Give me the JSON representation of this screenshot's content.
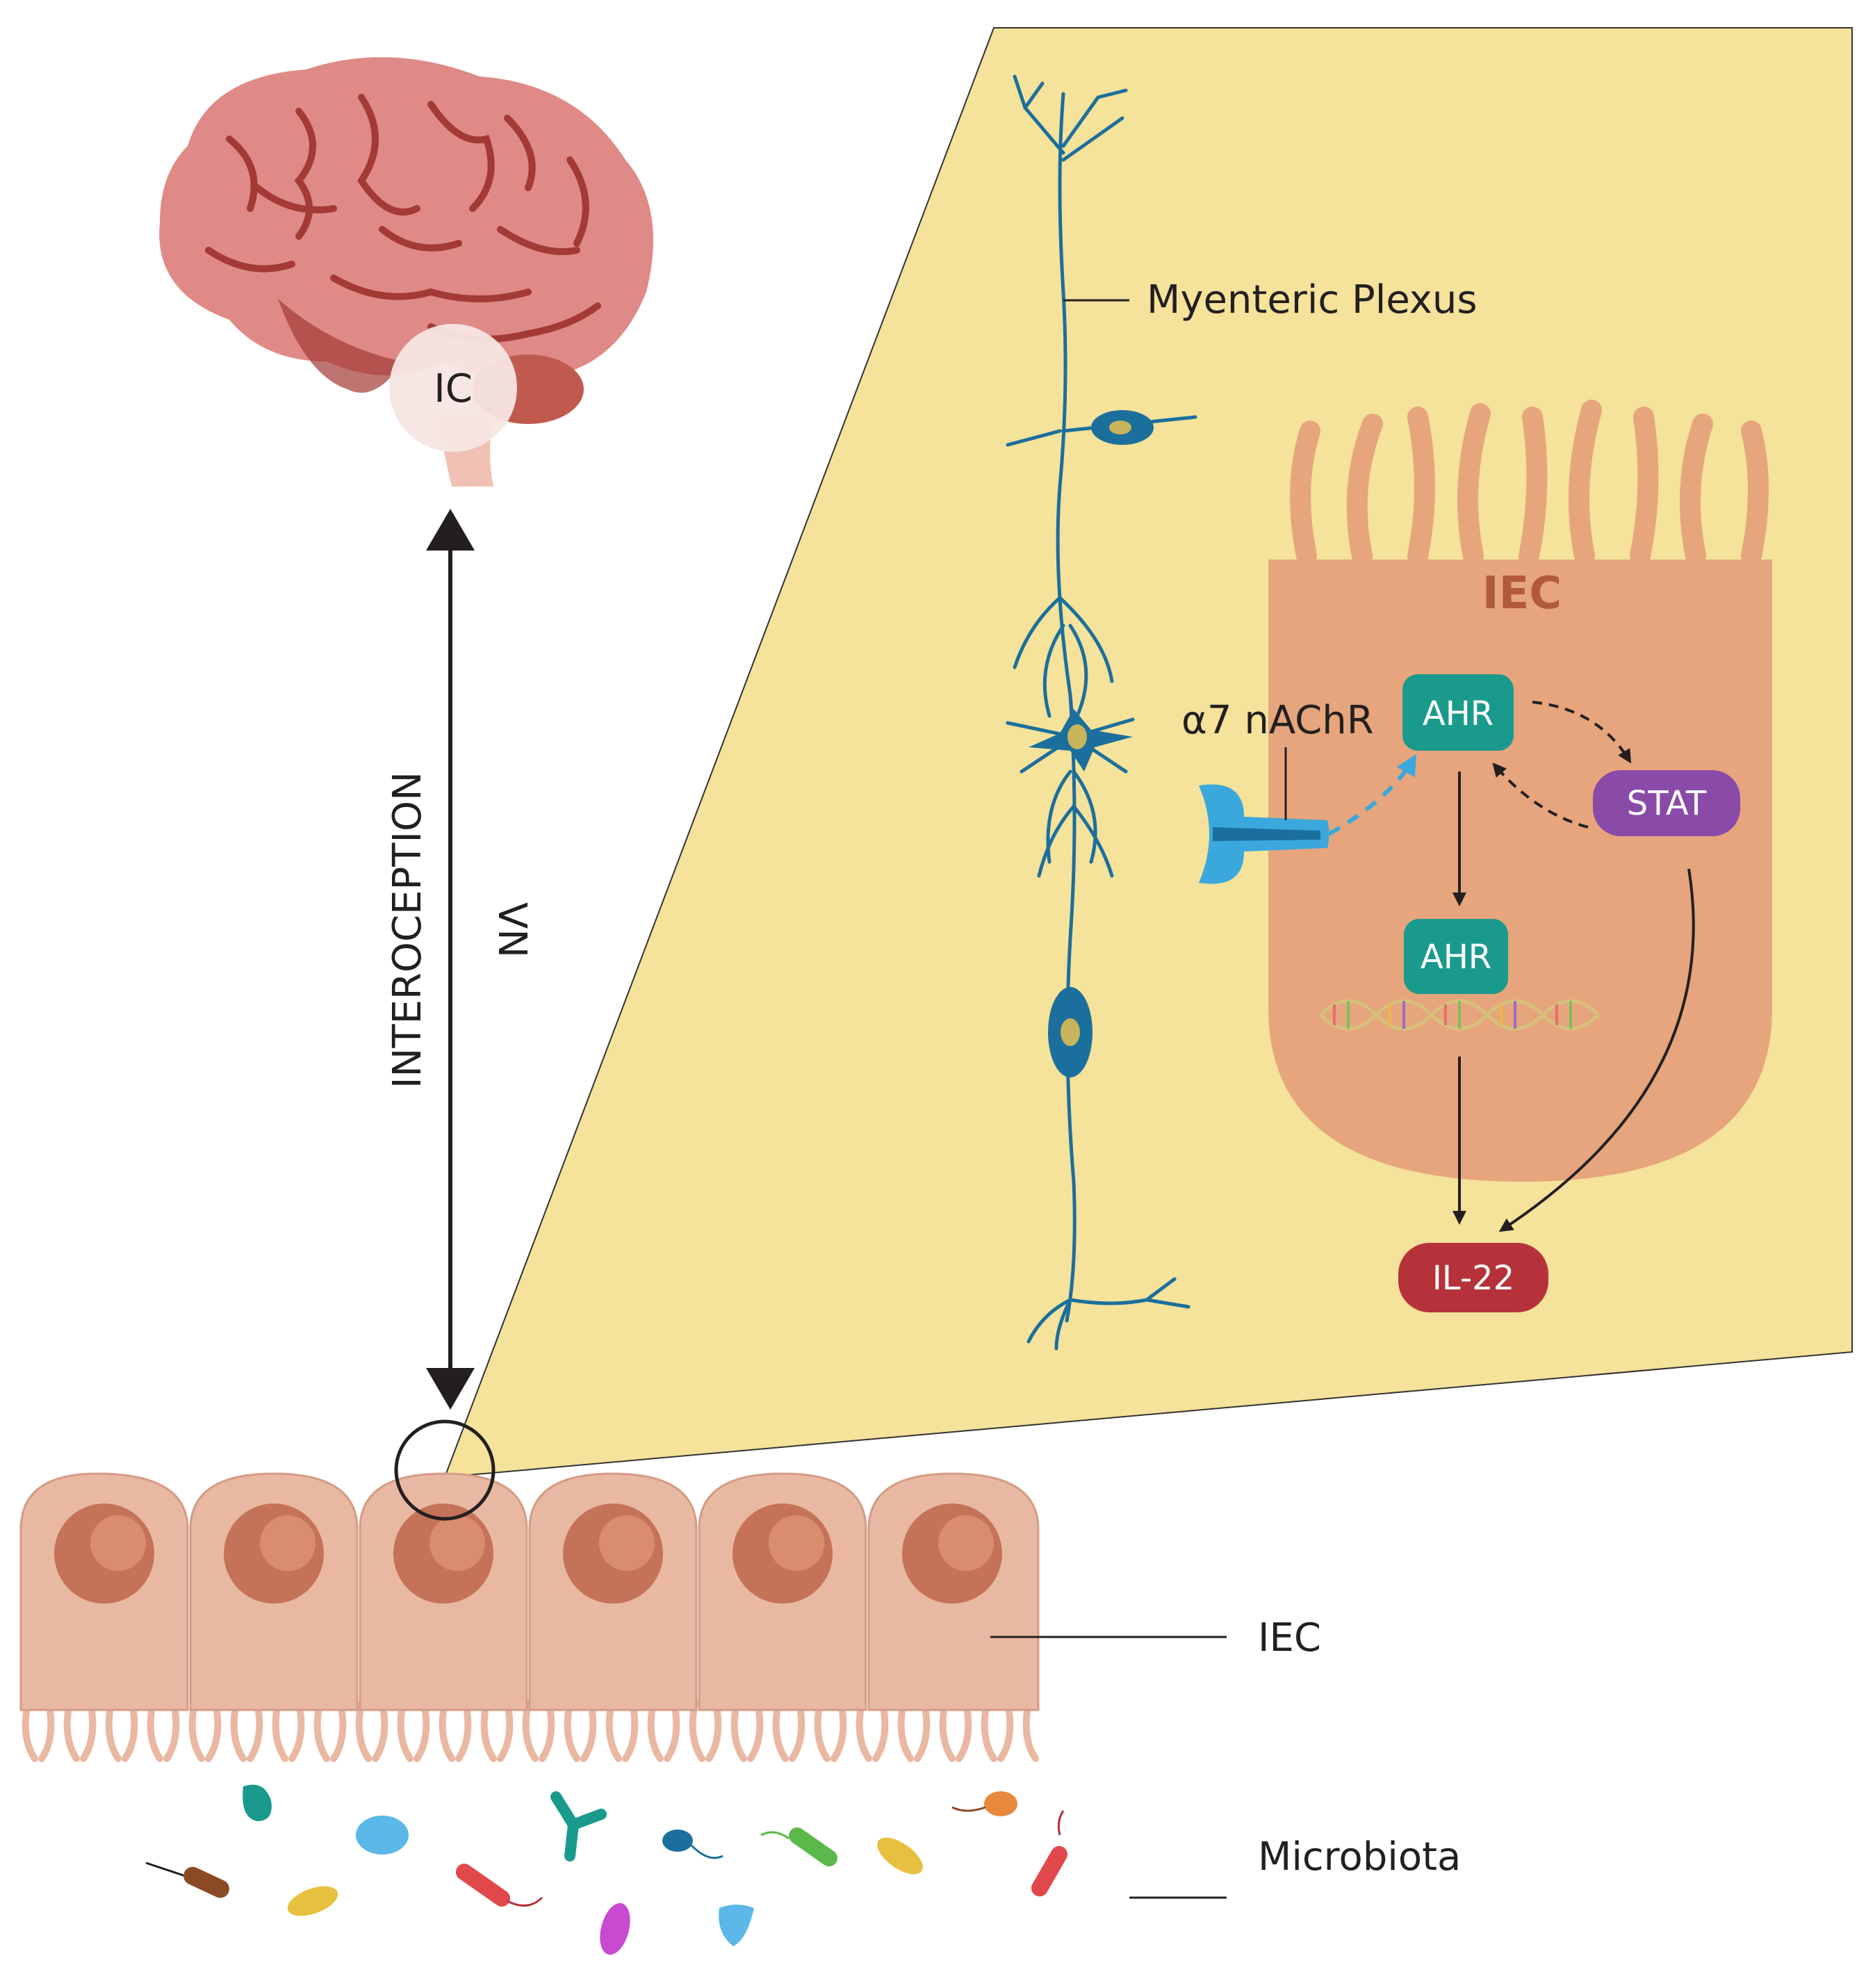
{
  "brain": {
    "region_label": "IC"
  },
  "axis": {
    "interoception_label": "INTEROCEPTION",
    "vn_label": "VN"
  },
  "inset": {
    "myenteric_label": "Myenteric Plexus",
    "iec_cell_label": "IEC",
    "receptor_label": "α7 nAChR",
    "ahr_top": "AHR",
    "ahr_nuclear": "AHR",
    "stat_label": "STAT",
    "il22_label": "IL-22"
  },
  "epithelium": {
    "iec_label": "IEC",
    "microbiota_label": "Microbiota"
  },
  "colors": {
    "inset_background": "#f5e29b",
    "neuron": "#1b6f9c",
    "cell_body": "#e6a57c",
    "ahr": "#1a9a8c",
    "stat": "#8a4aa8",
    "il22": "#b6323a",
    "receptor": "#3aa8dc",
    "brain": "#df8a86",
    "epithelial_cell": "#e9b8a2"
  }
}
